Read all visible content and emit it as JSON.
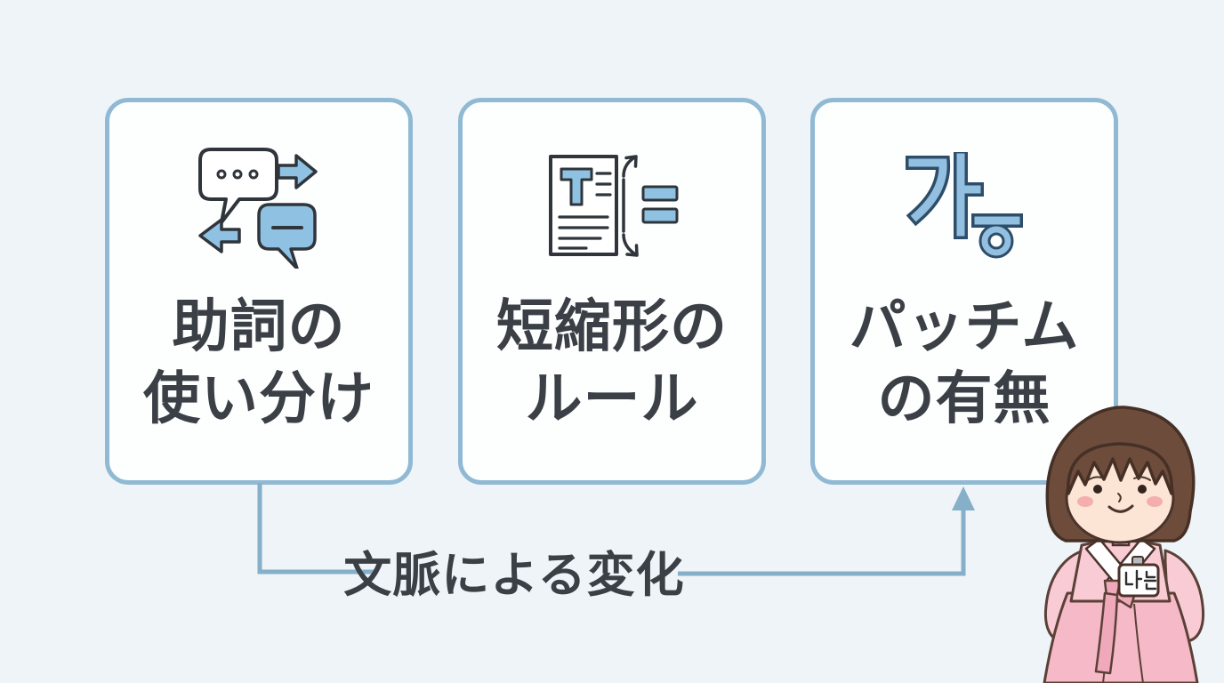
{
  "cards": [
    {
      "icon": "chat-exchange-icon",
      "title_line1": "助詞の",
      "title_line2": "使い分け"
    },
    {
      "icon": "document-shorten-icon",
      "title_line1": "短縮形の",
      "title_line2": "ルール"
    },
    {
      "icon": "hangul-patchim-icon",
      "hangul_large": "가",
      "hangul_small": "ㅎ",
      "title_line1": "パッチム",
      "title_line2": "の有無"
    }
  ],
  "connector_label": "文脈による変化",
  "character": {
    "name_tag": "나는"
  },
  "colors": {
    "background": "#eef4f7",
    "card_fill": "#fdfefe",
    "card_border": "#90b9d4",
    "connector": "#86afc9",
    "label_text": "#3b4046",
    "icon_blue": "#8fc2e2",
    "icon_outline": "#2f353b",
    "hangul_fill": "#93c0e0",
    "hangul_outline": "#2e4d68",
    "hanbok_pink": "#f8cbd5",
    "hanbok_skirt": "#f6b9c7",
    "hanbok_ribbon": "#f0a9bb",
    "hair_brown": "#6d4c3c",
    "skin": "#fce5d5",
    "blush": "#f5aeae"
  }
}
